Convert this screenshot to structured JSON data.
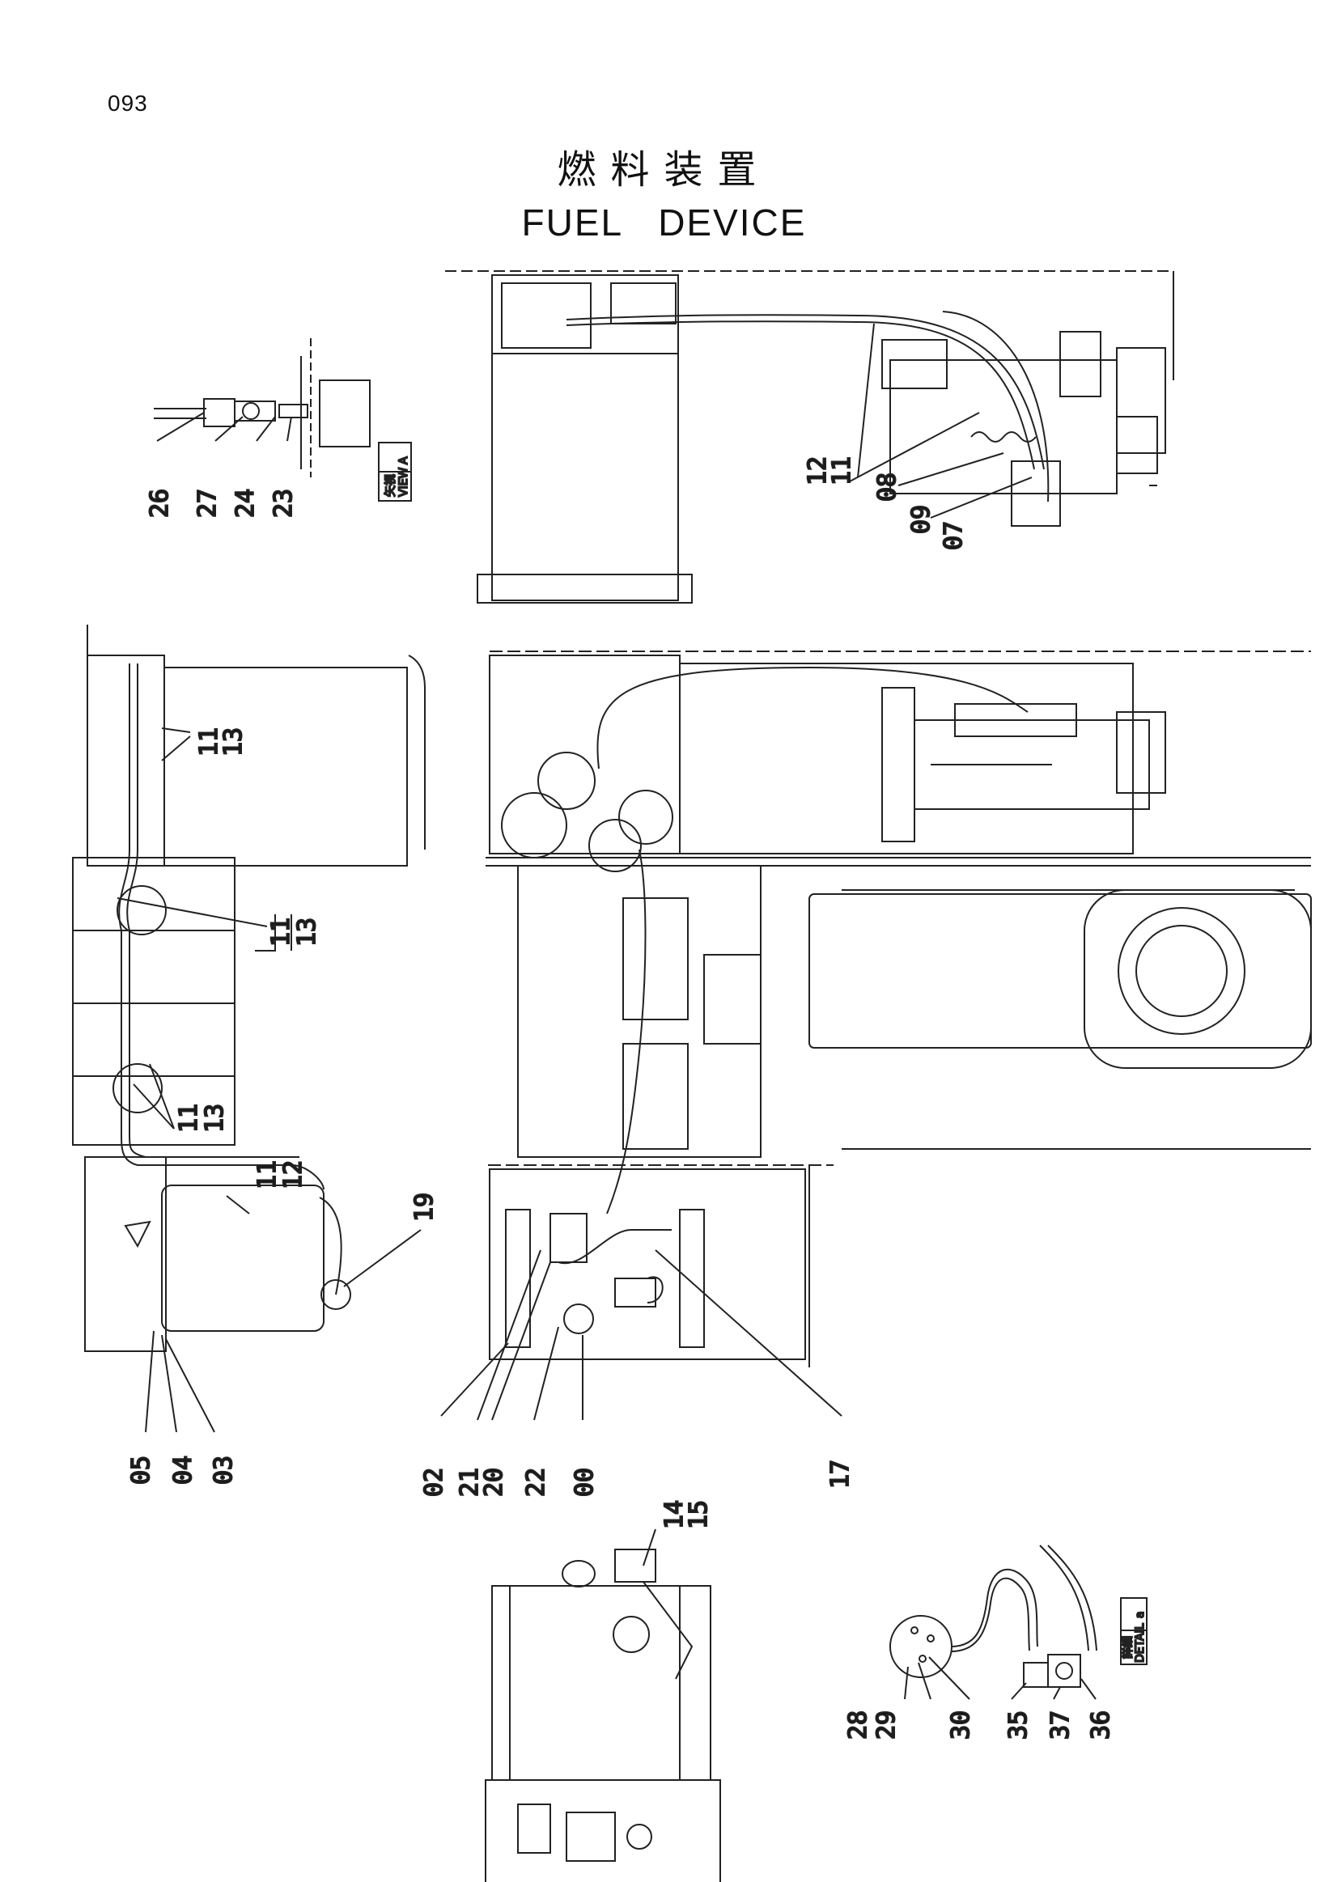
{
  "page_number": "093",
  "title": {
    "chinese": "燃料装置",
    "english": "FUEL   DEVICE"
  },
  "views": {
    "view_a": {
      "cn": "矢視",
      "en": "VIEW",
      "letter": "A"
    },
    "detail_a": {
      "cn": "詳細",
      "en": "DETAIL",
      "letter": "a"
    }
  },
  "callouts": {
    "c26": "26",
    "c27": "27",
    "c24": "24",
    "c23": "23",
    "c12": "12",
    "c11a": "11",
    "c08": "08",
    "c09": "09",
    "c07": "07",
    "c11b": "11",
    "c13b": "13",
    "c11c": "11",
    "c13c": "13",
    "c11d": "11",
    "c13d": "13",
    "c11e": "11",
    "c12e": "12",
    "c19": "19",
    "c05": "05",
    "c04": "04",
    "c03": "03",
    "c02": "02",
    "c21": "21",
    "c20": "20",
    "c22": "22",
    "c00": "00",
    "c17": "17",
    "c14": "14",
    "c15": "15",
    "c28": "28",
    "c29": "29",
    "c30": "30",
    "c35": "35",
    "c37": "37",
    "c36": "36"
  }
}
